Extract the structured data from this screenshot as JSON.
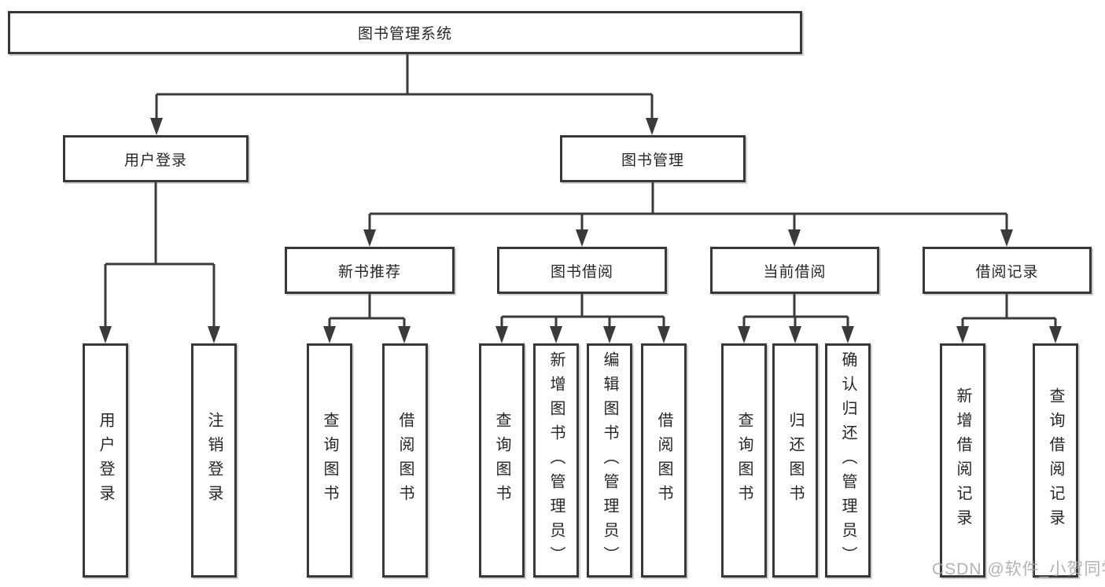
{
  "diagram": {
    "title": "图书管理系统",
    "type": "hierarchical-function-structure",
    "colors": {
      "line": "#3a3a3a",
      "box_border": "#383838",
      "text": "#262626",
      "background": "#ffffff",
      "watermark": "#a6a6a6"
    },
    "tree": {
      "root": {
        "label": "图书管理系统",
        "children": [
          {
            "label": "用户登录",
            "children": [
              {
                "label": "用户登录"
              },
              {
                "label": "注销登录"
              }
            ]
          },
          {
            "label": "图书管理",
            "children": [
              {
                "label": "新书推荐",
                "children": [
                  {
                    "label": "查询图书"
                  },
                  {
                    "label": "借阅图书"
                  }
                ]
              },
              {
                "label": "图书借阅",
                "children": [
                  {
                    "label": "查询图书"
                  },
                  {
                    "label": "新增图书（管理员）"
                  },
                  {
                    "label": "编辑图书（管理员）"
                  },
                  {
                    "label": "借阅图书"
                  }
                ]
              },
              {
                "label": "当前借阅",
                "children": [
                  {
                    "label": "查询图书"
                  },
                  {
                    "label": "归还图书"
                  },
                  {
                    "label": "确认归还（管理员）"
                  }
                ]
              },
              {
                "label": "借阅记录",
                "children": [
                  {
                    "label": "新增借阅记录"
                  },
                  {
                    "label": "查询借阅记录"
                  }
                ]
              }
            ]
          }
        ]
      }
    },
    "watermark": "CSDN @软件_小贺同学"
  }
}
